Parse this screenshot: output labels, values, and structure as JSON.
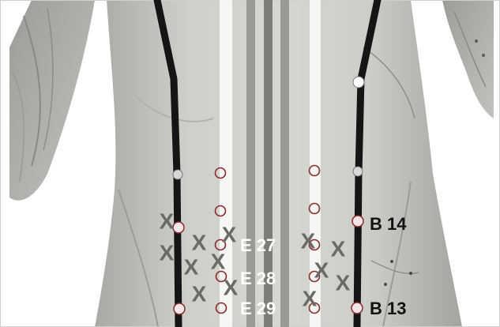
{
  "image": {
    "subject": "torso-acupuncture-meridian-chart",
    "colors": {
      "background": "#ffffff",
      "skin": "#bdbdb6",
      "skin_light": "#dcdcd6",
      "skin_dark": "#8f8f88",
      "meridian_black": "#151515",
      "meridian_white": "#f6f6f4",
      "meridian_gray_dark": "#7d7d78",
      "meridian_gray_mid": "#9a9a94",
      "point_ring": "#8a2a2a",
      "point_fill": "#f3e6e6",
      "x_mark": "#6a6a66",
      "label_white": "#ffffff",
      "label_black": "#111111"
    }
  },
  "labels": {
    "e27": "E 27",
    "e28": "E 28",
    "e29": "E 29",
    "b14": "B 14",
    "b13": "B 13"
  },
  "marks": {
    "x": "X"
  }
}
